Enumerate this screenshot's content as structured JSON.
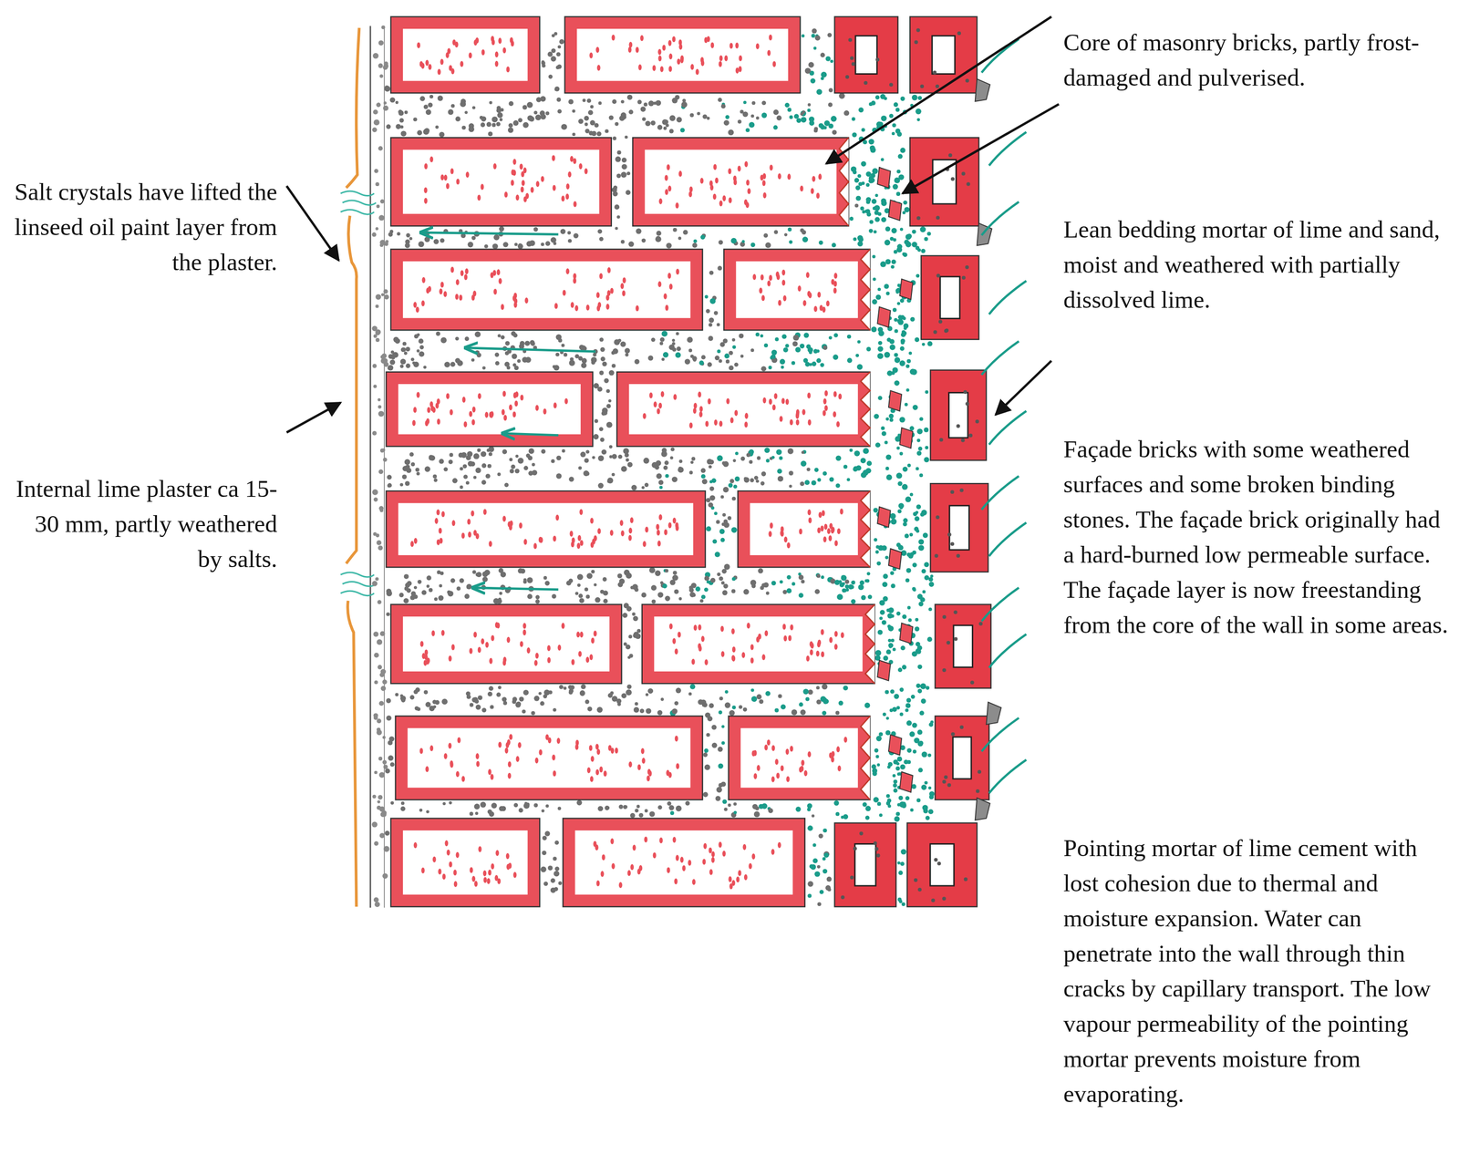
{
  "diagram": {
    "labels": [
      "Core of masonry bricks, partly frost-damaged and pulverised.",
      "Salt crystals have lifted the linseed oil paint layer from the plaster.",
      "Lean bedding mortar of lime and sand, moist and weathered with partially dissolved lime.",
      "Façade bricks with some weathered surfaces and some broken binding stones. The façade brick originally had a hard-burned low permeable surface. The façade layer is now freestanding from the core of the wall in some areas.",
      "Internal lime plaster ca 15-30 mm, partly weathered by salts.",
      "Pointing mortar of lime cement with lost cohesion due to thermal and moisture expansion. Water can penetrate into the wall through thin cracks by capillary transport. The low vapour permeability of the pointing mortar prevents moisture from evaporating."
    ]
  }
}
